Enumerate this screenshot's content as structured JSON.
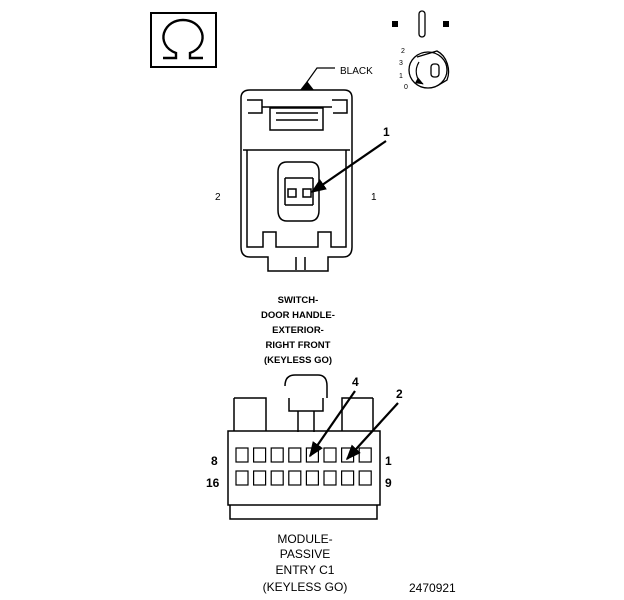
{
  "top_connector": {
    "color_label": "BLACK",
    "callout_1": "1",
    "side_left": "2",
    "side_right": "1",
    "name_lines": [
      "SWITCH-",
      "DOOR HANDLE-",
      "EXTERIOR-",
      "RIGHT FRONT",
      "(KEYLESS GO)"
    ]
  },
  "key_diagram": {
    "position_labels": [
      "2",
      "3",
      "1",
      "0"
    ]
  },
  "bottom_connector": {
    "callout_4": "4",
    "callout_2": "2",
    "row1_left": "8",
    "row1_right": "1",
    "row2_left": "16",
    "row2_right": "9",
    "name_lines": [
      "MODULE-",
      "PASSIVE",
      "ENTRY C1",
      "(KEYLESS GO)"
    ]
  },
  "figure_number": "2470921",
  "icons": {
    "omega_box": "ohm-symbol-icon",
    "key": "ignition-key-icon"
  }
}
